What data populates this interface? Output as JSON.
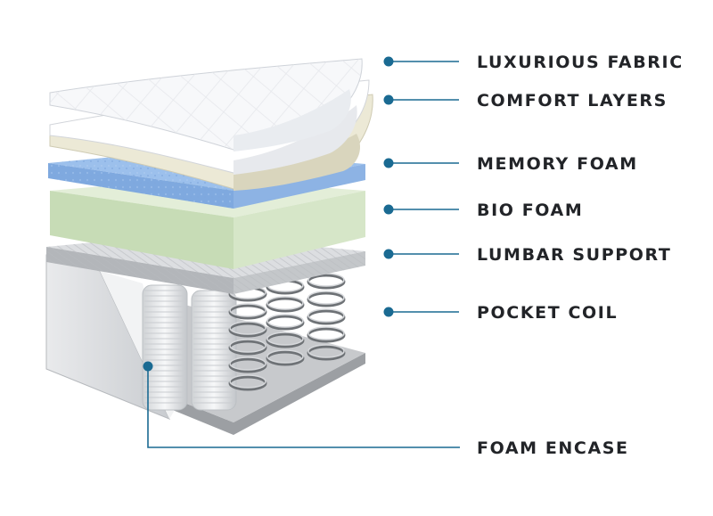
{
  "colors": {
    "callout": "#1a6a92",
    "label": "#222428",
    "fabric": "#f6f7f9",
    "comfort": "#ece9d6",
    "memory_foam": "#8fb6e6",
    "bio_foam": "#cfe3c0",
    "support": "#cfd1d4",
    "coil": "#e4e6e8"
  },
  "layers": [
    {
      "id": "luxurious-fabric",
      "label": "LUXURIOUS FABRIC"
    },
    {
      "id": "comfort-layers",
      "label": "COMFORT LAYERS"
    },
    {
      "id": "memory-foam",
      "label": "MEMORY FOAM"
    },
    {
      "id": "bio-foam",
      "label": "BIO FOAM"
    },
    {
      "id": "lumbar-support",
      "label": "LUMBAR SUPPORT"
    },
    {
      "id": "pocket-coil",
      "label": "POCKET COIL"
    },
    {
      "id": "foam-encase",
      "label": "FOAM ENCASE"
    }
  ]
}
